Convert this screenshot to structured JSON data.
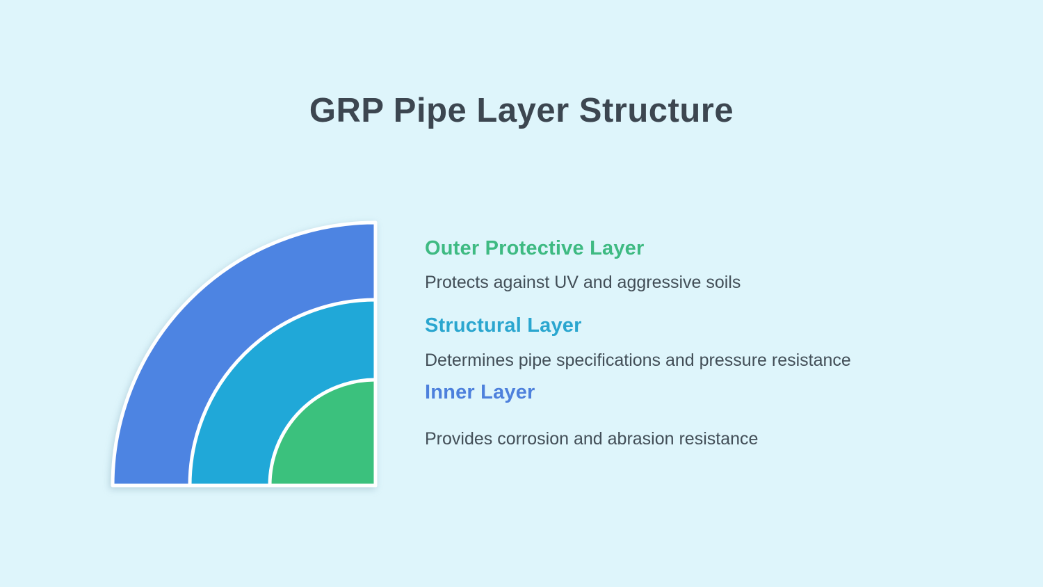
{
  "page": {
    "background_color": "#def5fb"
  },
  "title": {
    "text": "GRP Pipe Layer Structure",
    "color": "#3c4650"
  },
  "diagram": {
    "type": "concentric-quarter-rings",
    "ring_stroke_color": "#ffffff",
    "rings": [
      {
        "name": "outer-protective-ring",
        "color": "#4d84e2"
      },
      {
        "name": "structural-ring",
        "color": "#20a8d8"
      },
      {
        "name": "inner-ring",
        "color": "#3bc17d"
      }
    ]
  },
  "layers": [
    {
      "heading": "Outer Protective Layer",
      "heading_color": "#3eba82",
      "description": "Protects against UV and aggressive soils"
    },
    {
      "heading": "Structural Layer",
      "heading_color": "#2aa6cf",
      "description": "Determines pipe specifications and pressure resistance"
    },
    {
      "heading": "Inner Layer",
      "heading_color": "#4d80dc",
      "description": "Provides corrosion and abrasion resistance"
    }
  ]
}
